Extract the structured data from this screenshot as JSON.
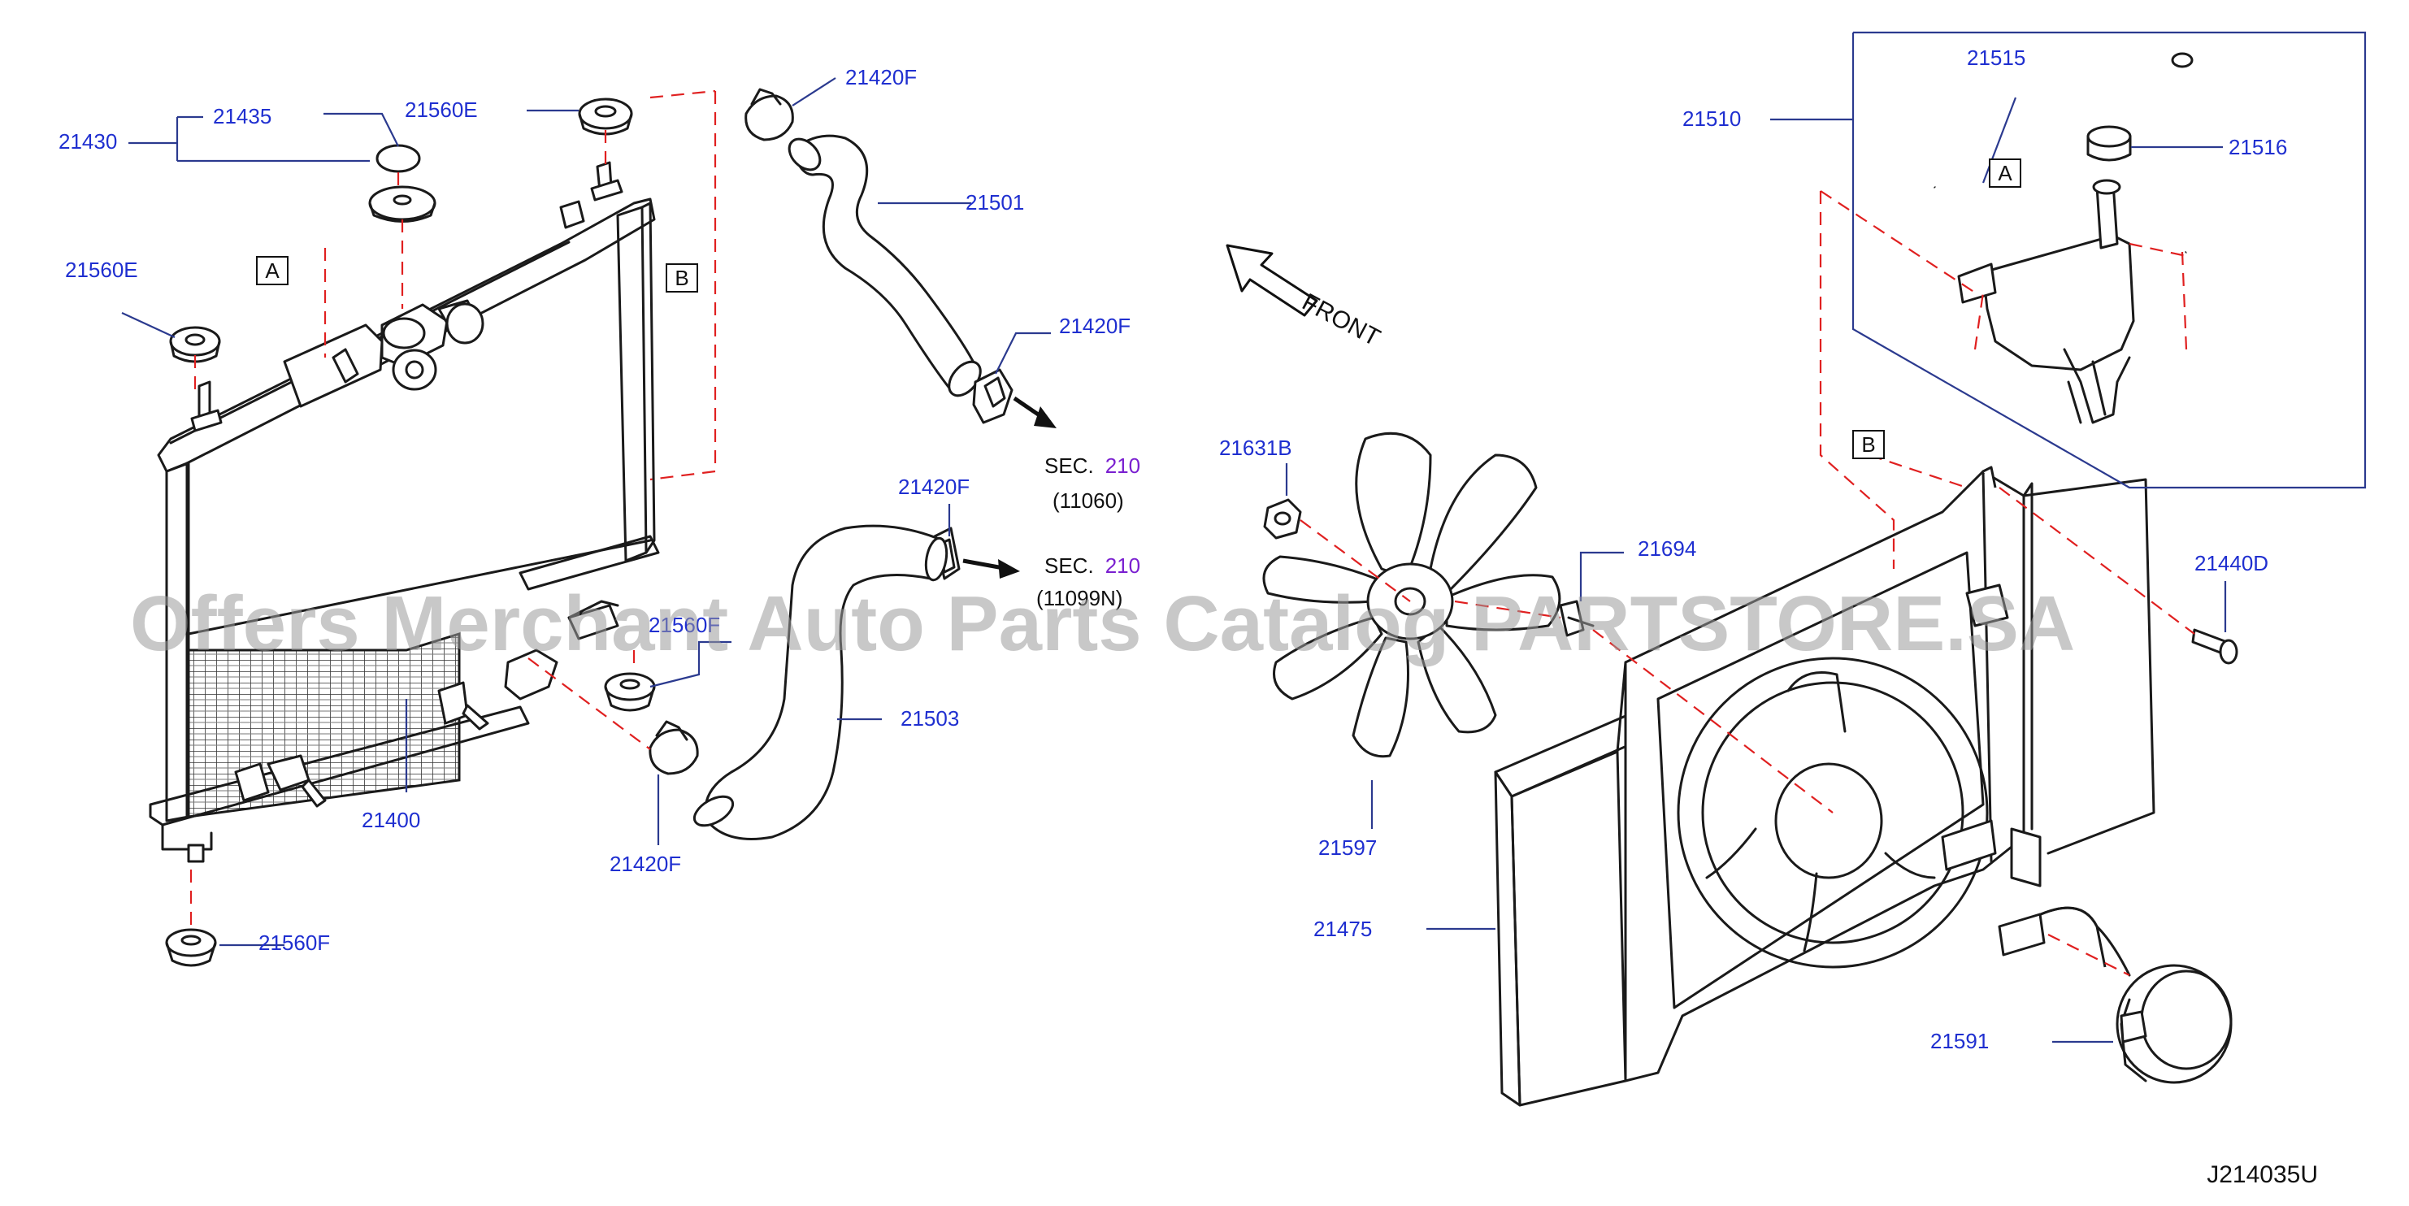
{
  "diagram": {
    "code": "J214035U",
    "front_label": "FRONT",
    "watermark": "Offers Merchant Auto Parts Catalog PARTSTORE.SA",
    "ref_boxes": {
      "a": "A",
      "b": "B"
    },
    "section_refs": [
      {
        "prefix": "SEC.",
        "number": "210",
        "code": "(11060)"
      },
      {
        "prefix": "SEC.",
        "number": "210",
        "code": "(11099N)"
      }
    ],
    "part_numbers": {
      "p21430": "21430",
      "p21435": "21435",
      "p21560E_top": "21560E",
      "p21560E_left": "21560E",
      "p21560F_right": "21560F",
      "p21560F_bottom": "21560F",
      "p21400": "21400",
      "p21420F_top": "21420F",
      "p21501": "21501",
      "p21420F_mid": "21420F",
      "p21420F_lower": "21420F",
      "p21503": "21503",
      "p21420F_bottom": "21420F",
      "p21510": "21510",
      "p21515": "21515",
      "p21516": "21516",
      "p21631B": "21631B",
      "p21694": "21694",
      "p21440D": "21440D",
      "p21597": "21597",
      "p21475": "21475",
      "p21591": "21591"
    },
    "colors": {
      "part_number": "#1f2fd0",
      "leader": "#2b3a8f",
      "dashed_guide": "#e02020",
      "section_number": "#7a1fd0",
      "line_art": "#1a1a1a"
    }
  }
}
